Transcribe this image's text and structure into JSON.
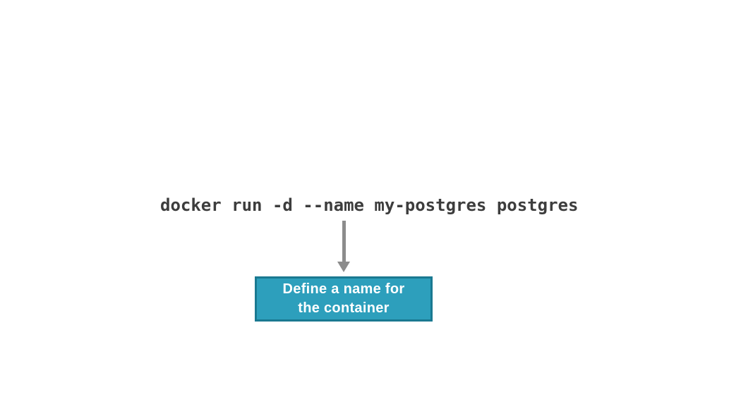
{
  "diagram": {
    "command": "docker run -d --name my-postgres postgres",
    "annotation": {
      "line1": "Define a name for",
      "line2": "the container"
    },
    "colors": {
      "command_text": "#3d3d3d",
      "arrow": "#8c8c8c",
      "box_fill": "#2d9fbc",
      "box_border": "#1a7991",
      "box_text": "#ffffff",
      "background": "#ffffff"
    }
  }
}
